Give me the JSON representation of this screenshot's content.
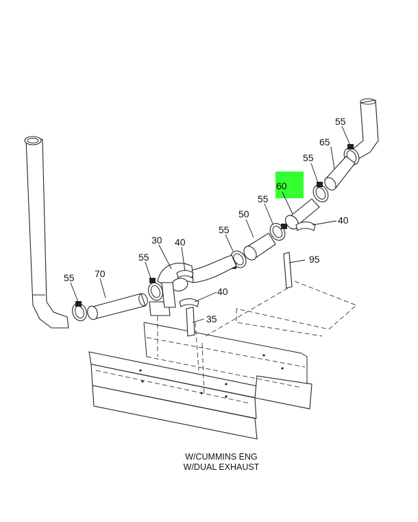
{
  "callouts": {
    "c55_top": "55",
    "c65": "65",
    "c55_b": "55",
    "c60": "60",
    "c55_c": "55",
    "c50": "50",
    "c40_r": "40",
    "c55_d": "55",
    "c95": "95",
    "c30": "30",
    "c40_m": "40",
    "c55_e": "55",
    "c55_l": "55",
    "c70": "70",
    "c40_low": "40",
    "c35": "35"
  },
  "caption": {
    "line1": "W/CUMMINS ENG",
    "line2": "W/DUAL EXHAUST"
  },
  "colors": {
    "highlight": "#33ff33",
    "stroke": "#222222"
  }
}
